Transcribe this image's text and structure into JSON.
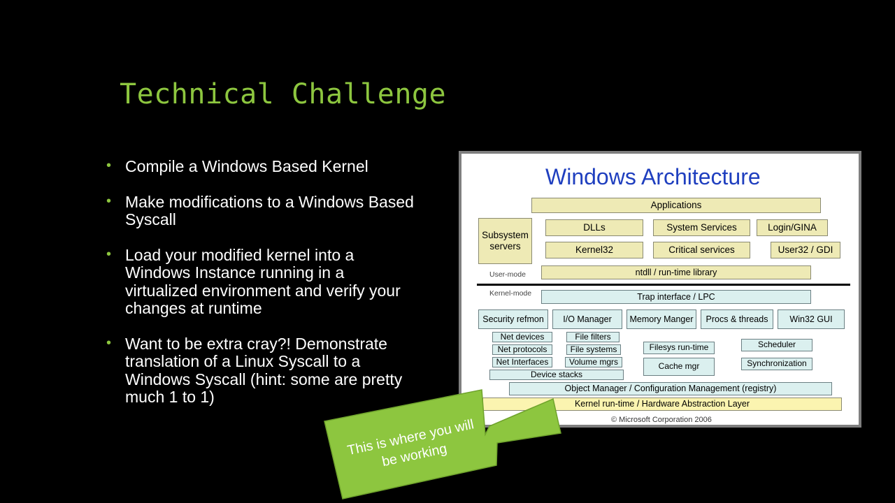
{
  "slide": {
    "title": "Technical Challenge",
    "bullets": [
      "Compile a Windows Based Kernel",
      "Make modifications to a Windows Based Syscall",
      "Load your modified kernel into a Windows Instance running in a virtualized environment and verify your changes at runtime",
      "Want to be extra cray?! Demonstrate translation of a Linux Syscall to a Windows Syscall  (hint: some are pretty much 1 to 1)"
    ]
  },
  "diagram": {
    "title": "Windows Architecture",
    "user_mode_label": "User-mode",
    "kernel_mode_label": "Kernel-mode",
    "copyright": "© Microsoft Corporation 2006",
    "boxes": {
      "applications": "Applications",
      "subsystem_servers": "Subsystem servers",
      "dlls": "DLLs",
      "system_services": "System Services",
      "login_gina": "Login/GINA",
      "kernel32": "Kernel32",
      "critical_services": "Critical services",
      "user32_gdi": "User32 / GDI",
      "ntdll": "ntdll / run-time library",
      "trap_interface": "Trap interface / LPC",
      "security_refmon": "Security refmon",
      "io_manager": "I/O Manager",
      "memory_manger": "Memory Manger",
      "procs_threads": "Procs & threads",
      "win32_gui": "Win32 GUI",
      "net_devices": "Net devices",
      "file_filters": "File filters",
      "net_protocols": "Net protocols",
      "file_systems": "File systems",
      "net_interfaces": "Net Interfaces",
      "volume_mgrs": "Volume mgrs",
      "filesys_runtime": "Filesys run-time",
      "cache_mgr": "Cache mgr",
      "scheduler": "Scheduler",
      "synchronization": "Synchronization",
      "device_stacks": "Device stacks",
      "object_manager": "Object Manager / Configuration Management (registry)",
      "kernel_runtime_hal": "Kernel run-time / Hardware Abstraction Layer"
    }
  },
  "callout": {
    "text": "This is where you will be working",
    "color": "#8dc63f"
  },
  "colors": {
    "background": "#000000",
    "accent_green": "#8dc63f",
    "diagram_title_blue": "#1f3fbf"
  }
}
